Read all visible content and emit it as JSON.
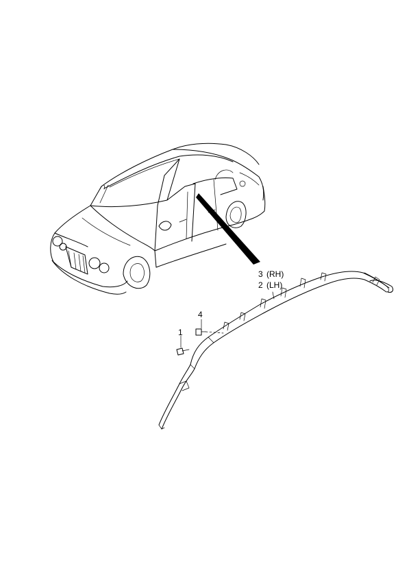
{
  "callouts": {
    "part_1": "1",
    "part_4": "4",
    "part_3": "3",
    "part_3_side": "(RH)",
    "part_2": "2",
    "part_2_side": "(LH)"
  }
}
